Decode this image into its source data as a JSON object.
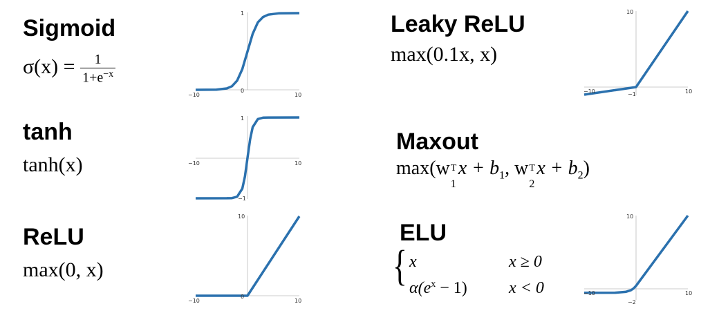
{
  "color": "#2b71ae",
  "functions": {
    "sigmoid": {
      "name": "Sigmoid",
      "f_lhs": "σ(x) = ",
      "frac_num": "1",
      "frac_den": "1+e",
      "frac_sup": "−x",
      "ticks": {
        "xmin": "−10",
        "xmax": "10",
        "ytop": "1",
        "ymid": "0"
      }
    },
    "tanh": {
      "name": "tanh",
      "formula": "tanh(x)",
      "ticks": {
        "xmin": "−10",
        "xmax": "10",
        "ytop": "1",
        "ybot": "−1"
      }
    },
    "relu": {
      "name": "ReLU",
      "formula": "max(0, x)",
      "ticks": {
        "xmin": "−10",
        "xmax": "10",
        "ytop": "10",
        "ymid": "0"
      }
    },
    "leaky": {
      "name": "Leaky ReLU",
      "formula": "max(0.1x, x)",
      "ticks": {
        "xmin": "−10",
        "xmax": "10",
        "ytop": "10",
        "ymid": "−1"
      }
    },
    "maxout": {
      "name": "Maxout",
      "formula_a": "max(w",
      "sup1": "T",
      "sub1": "1",
      "formula_b": "x + b",
      "sub_b1": "1",
      "formula_c": ", w",
      "sup2": "T",
      "sub2": "2",
      "formula_d": "x + b",
      "sub_b2": "2",
      "formula_e": ")"
    },
    "elu": {
      "name": "ELU",
      "case1_expr": "x",
      "case1_cond": "x ≥ 0",
      "case2_expr": "α(e",
      "case2_sup": "x",
      "case2_rest": " − 1)",
      "case2_cond": "x < 0",
      "ticks": {
        "xmin": "−10",
        "xmax": "10",
        "ytop": "10",
        "ymid": "−2"
      }
    }
  },
  "chart_data": [
    {
      "type": "line",
      "title": "Sigmoid",
      "x": [
        -10,
        -6,
        -4,
        -3,
        -2,
        -1,
        0,
        1,
        2,
        3,
        4,
        6,
        10
      ],
      "y": [
        0,
        0.0025,
        0.018,
        0.047,
        0.12,
        0.27,
        0.5,
        0.73,
        0.88,
        0.95,
        0.98,
        0.9975,
        1
      ],
      "xlim": [
        -10,
        10
      ],
      "ylim": [
        0,
        1
      ]
    },
    {
      "type": "line",
      "title": "tanh",
      "x": [
        -10,
        -4,
        -3,
        -2,
        -1,
        -0.5,
        0,
        0.5,
        1,
        2,
        3,
        4,
        10
      ],
      "y": [
        -1,
        -0.999,
        -0.995,
        -0.96,
        -0.76,
        -0.46,
        0,
        0.46,
        0.76,
        0.96,
        0.995,
        0.999,
        1
      ],
      "xlim": [
        -10,
        10
      ],
      "ylim": [
        -1,
        1
      ]
    },
    {
      "type": "line",
      "title": "ReLU",
      "x": [
        -10,
        0,
        10
      ],
      "y": [
        0,
        0,
        10
      ],
      "xlim": [
        -10,
        10
      ],
      "ylim": [
        0,
        10
      ]
    },
    {
      "type": "line",
      "title": "Leaky ReLU",
      "x": [
        -10,
        0,
        10
      ],
      "y": [
        -1,
        0,
        10
      ],
      "xlim": [
        -10,
        10
      ],
      "ylim": [
        -1,
        10
      ]
    },
    {
      "type": "line",
      "title": "ELU",
      "x": [
        -10,
        -4,
        -2,
        -1,
        -0.5,
        0,
        10
      ],
      "y": [
        -1,
        -0.98,
        -0.86,
        -0.63,
        -0.39,
        0,
        10
      ],
      "xlim": [
        -10,
        10
      ],
      "ylim": [
        -2,
        10
      ]
    }
  ]
}
